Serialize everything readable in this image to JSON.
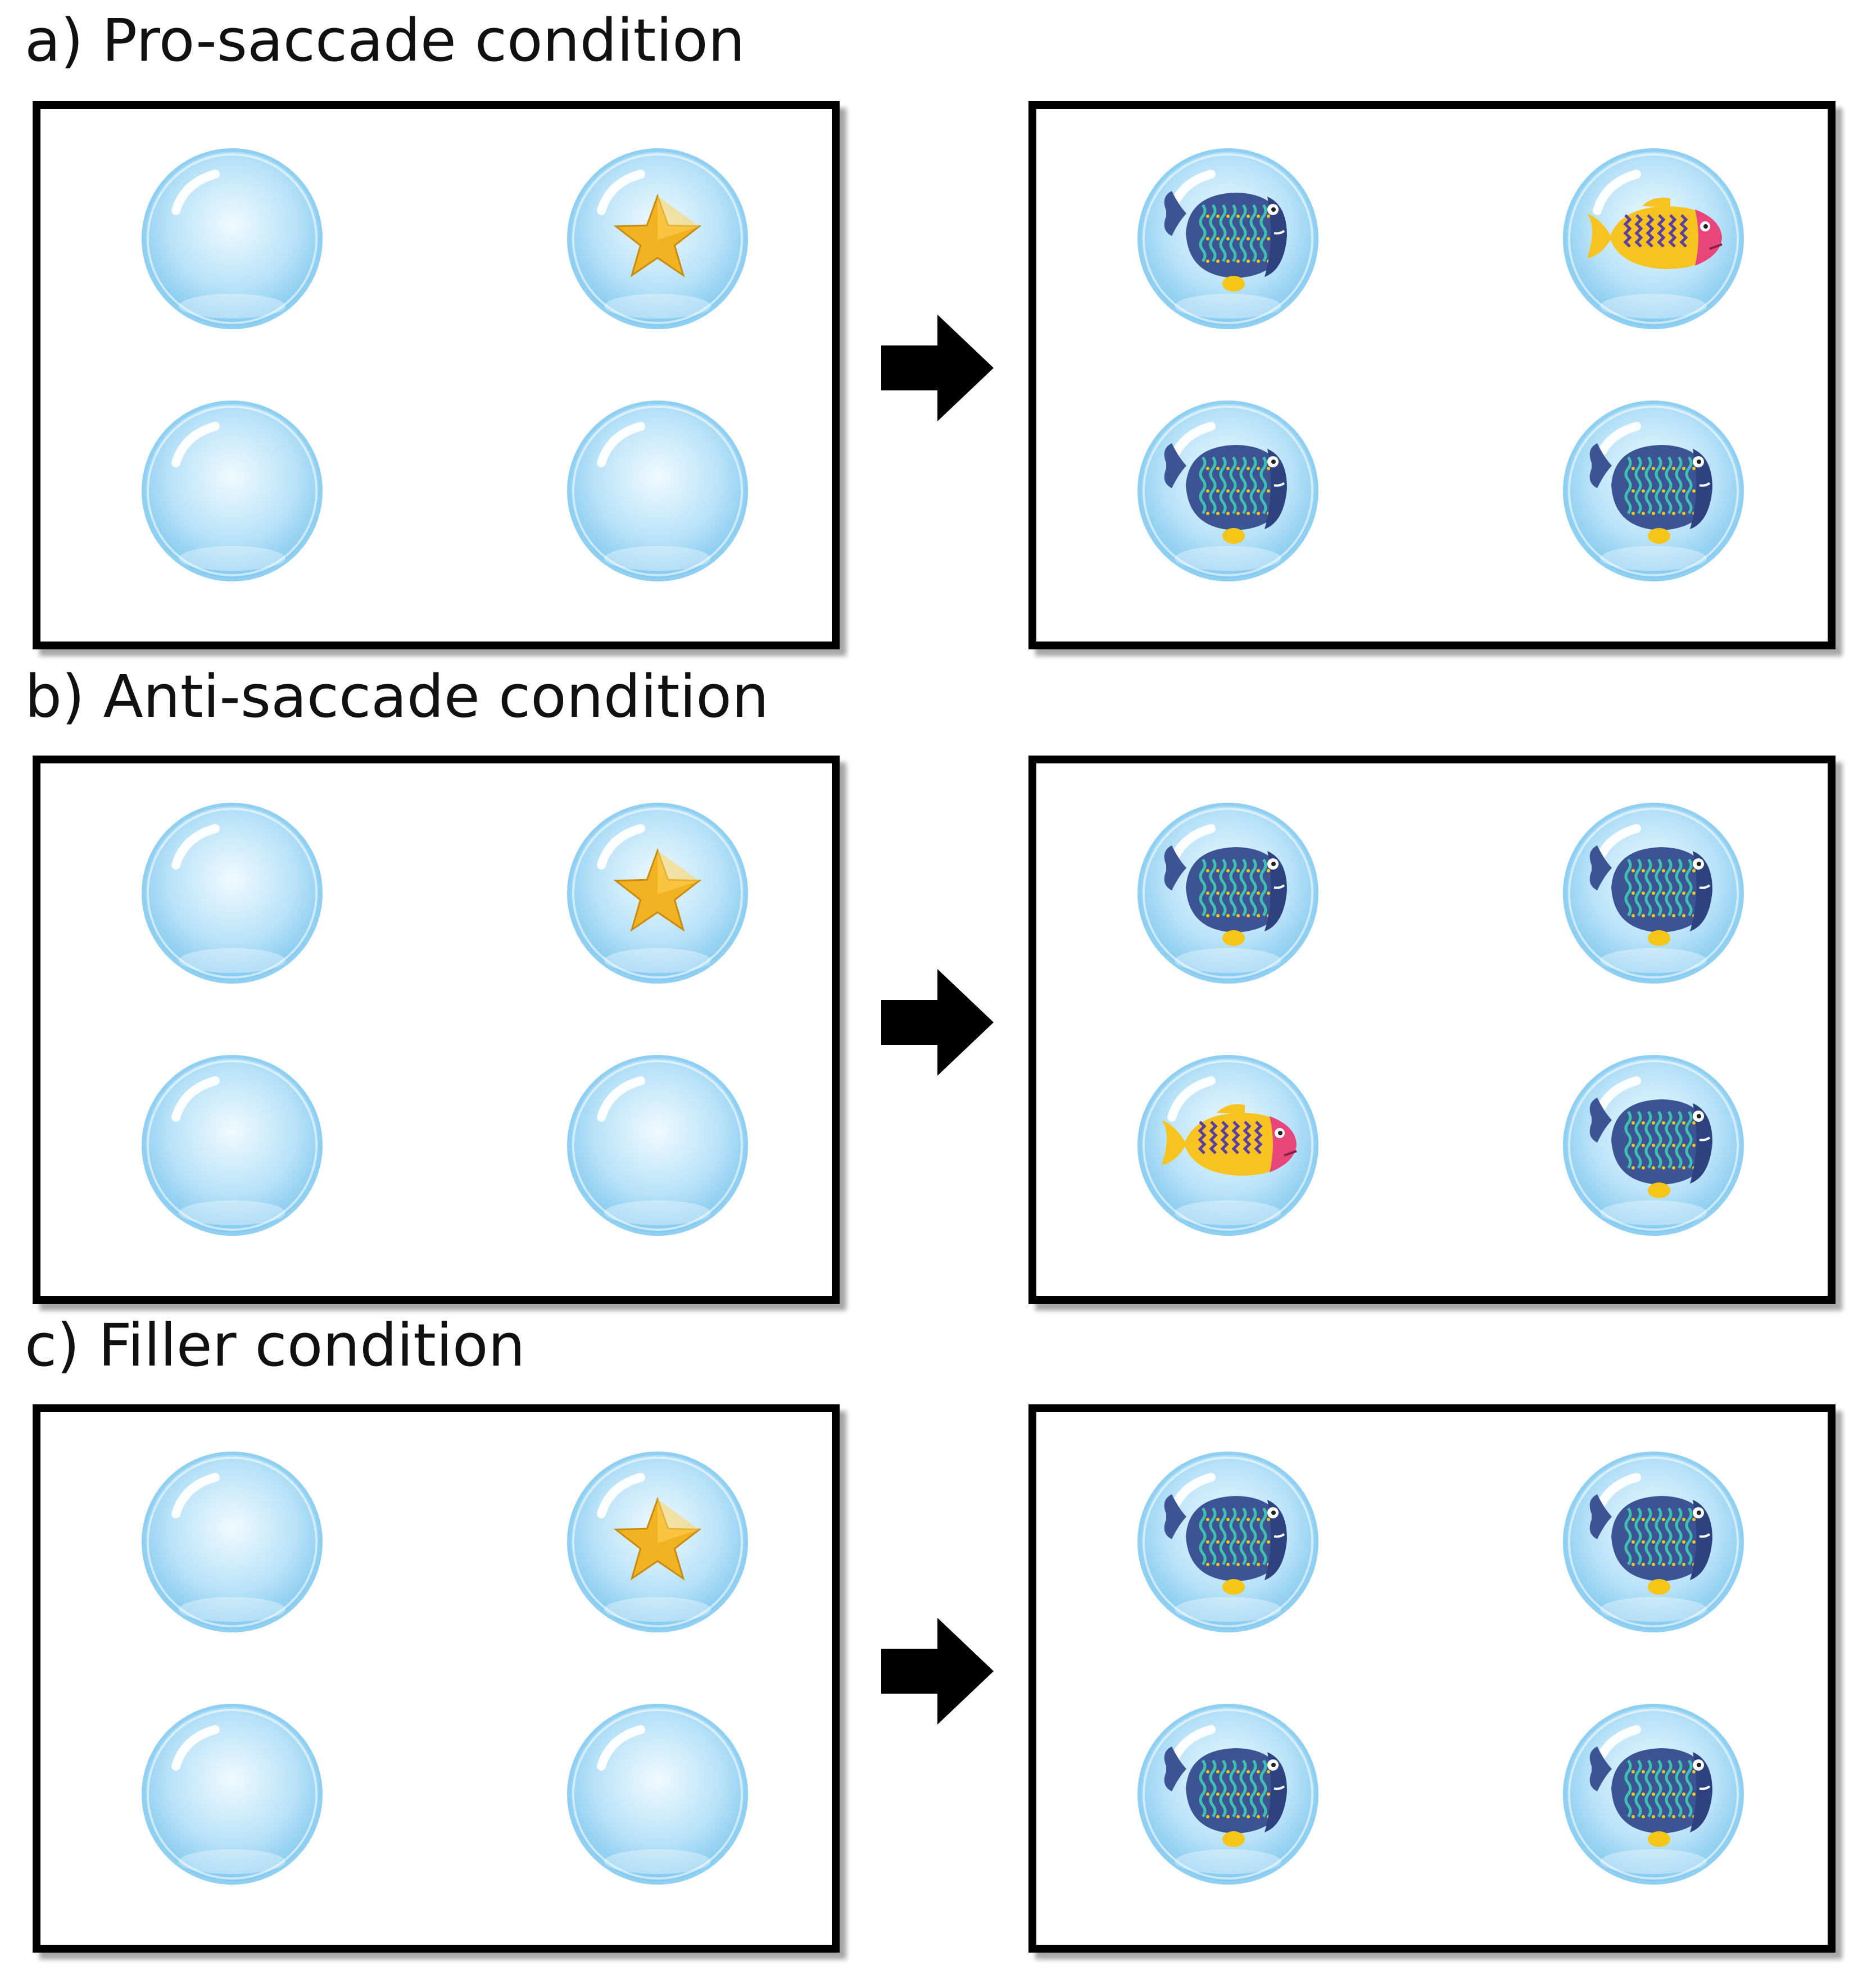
{
  "figure": {
    "conditions": [
      {
        "title": "a) Pro-saccade condition",
        "cue_screen": [
          "empty",
          "star",
          "empty",
          "empty"
        ],
        "target_screen": [
          "blue-fish",
          "yellow-fish",
          "blue-fish",
          "blue-fish"
        ]
      },
      {
        "title": "b) Anti-saccade condition",
        "cue_screen": [
          "empty",
          "star",
          "empty",
          "empty"
        ],
        "target_screen": [
          "blue-fish",
          "blue-fish",
          "yellow-fish",
          "blue-fish"
        ]
      },
      {
        "title": "c) Filler condition",
        "cue_screen": [
          "empty",
          "star",
          "empty",
          "empty"
        ],
        "target_screen": [
          "blue-fish",
          "blue-fish",
          "blue-fish",
          "blue-fish"
        ]
      }
    ],
    "icons": {
      "arrow": "right-arrow-icon",
      "bubble": "bubble-icon",
      "star": "star-icon",
      "blue_fish": "blue-fish-icon",
      "yellow_fish": "yellow-fish-icon"
    },
    "colors": {
      "bubble_light": "#f0faff",
      "bubble_mid": "#b8e2f8",
      "bubble_edge": "#7cc6ee",
      "star": "#f2b322",
      "blue_fish_body": "#3d5494",
      "blue_fish_pattern": "#3fc1b1",
      "blue_fish_fin": "#f5c518",
      "yellow_fish_body": "#f6c320",
      "yellow_fish_head": "#e8457a",
      "yellow_fish_pattern": "#5b3fa0"
    }
  }
}
